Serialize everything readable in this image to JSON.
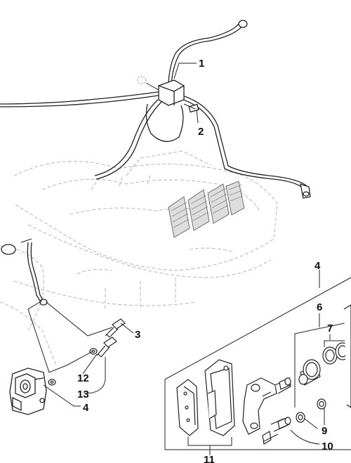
{
  "diagram": {
    "callouts": [
      {
        "id": "c1",
        "text": "1"
      },
      {
        "id": "c2",
        "text": "2"
      },
      {
        "id": "c3",
        "text": "3"
      },
      {
        "id": "c4a",
        "text": "4"
      },
      {
        "id": "c4b",
        "text": "4"
      },
      {
        "id": "c6",
        "text": "6"
      },
      {
        "id": "c7",
        "text": "7"
      },
      {
        "id": "c9",
        "text": "9"
      },
      {
        "id": "c10",
        "text": "10"
      },
      {
        "id": "c11",
        "text": "11"
      },
      {
        "id": "c12",
        "text": "12"
      },
      {
        "id": "c13",
        "text": "13"
      }
    ]
  }
}
